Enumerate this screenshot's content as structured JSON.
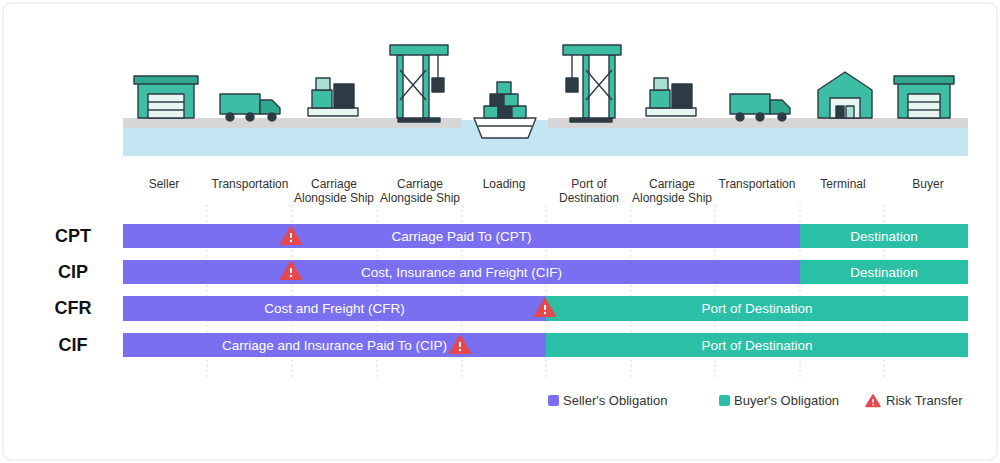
{
  "diagram": {
    "nodes": [
      {
        "text": [
          "Carriage Paid To (CPT)"
        ]
      },
      {
        "text": [
          "Destination"
        ]
      },
      {
        "text": [
          "Cost, Insurance and Freight (CIF)"
        ]
      },
      {
        "text": [
          "Destination"
        ]
      },
      {
        "text": [
          "Cost and Freight (CFR)"
        ]
      },
      {
        "text": [
          "Port of Destination"
        ]
      },
      {
        "text": [
          "Carriage and Insurance Paid To (CIP)"
        ]
      },
      {
        "text": [
          "Port of Destination"
        ]
      }
    ],
    "labels": [
      "Seller",
      "Transportation",
      "Carriage Alongside Ship",
      "Carriage Alongside Ship",
      "Loading",
      "Port of Destination",
      "Carriage Alongside Ship",
      "Transportation",
      "Terminal",
      "Buyer",
      "CPT",
      "CIP",
      "CFR",
      "CIF"
    ],
    "legend": [
      {
        "text": "Seller's Obligation",
        "color": "#7a6ff0"
      },
      {
        "text": "Buyer's Obligation",
        "color": "#2bc0a5"
      },
      {
        "text": "Risk Transfer"
      }
    ]
  }
}
